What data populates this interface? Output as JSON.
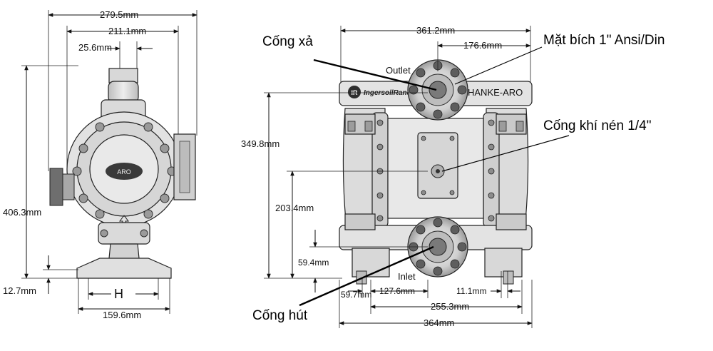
{
  "diagram": {
    "dims": {
      "w_279_5": "279.5mm",
      "w_211_1": "211.1mm",
      "w_25_6": "25.6mm",
      "h_406_3": "406.3mm",
      "h_12_7": "12.7mm",
      "w_h": "H",
      "w_159_6": "159.6mm",
      "w_361_2": "361.2mm",
      "w_176_6": "176.6mm",
      "h_349_8": "349.8mm",
      "h_203_4": "203.4mm",
      "h_59_4": "59.4mm",
      "w_59_7": "59.7mm",
      "w_127_6": "127.6mm",
      "w_11_1": "11.1mm",
      "w_255_3": "255.3mm",
      "w_364": "364mm"
    },
    "labels": {
      "outlet": "Outlet",
      "inlet": "Inlet",
      "brand_plate": "HANKE-ARO",
      "logo_text": "IngersollRand"
    },
    "callouts": {
      "discharge": "Cống xả",
      "flange": "Mặt bích 1\" Ansi/Din",
      "air_inlet": "Cống khí nén 1/4\"",
      "suction": "Cống hút"
    },
    "colors": {
      "body_fill": "#e6e6e6",
      "body_dark": "#8c8c8c",
      "flange_fill": "#d4d4d4",
      "line": "#111111"
    }
  }
}
